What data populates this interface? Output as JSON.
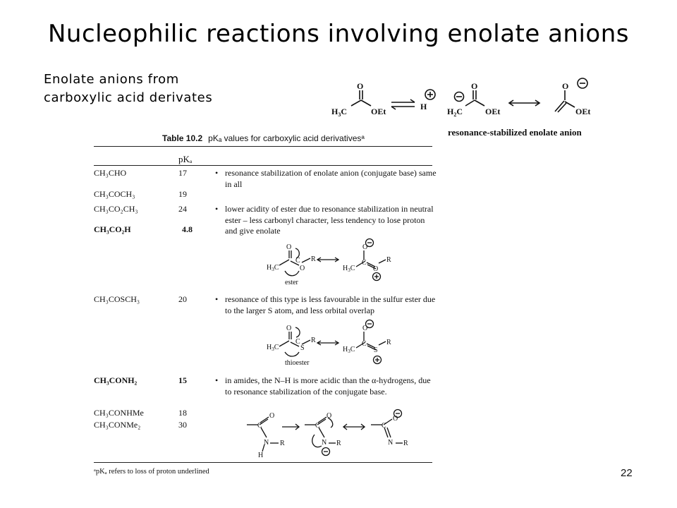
{
  "slide": {
    "title": "Nucleophilic reactions involving enolate anions",
    "subtitle_line1": "Enolate anions from",
    "subtitle_line2": "carboxylic acid derivates",
    "page_number": "22"
  },
  "scheme": {
    "caption": "resonance-stabilized enolate anion"
  },
  "table": {
    "label": "Table 10.2",
    "title": "pKₐ values for carboxylic acid derivativesᵃ",
    "column_header": "pKₐ",
    "rows": [
      {
        "compound": "CH₃CHO",
        "pka": "17"
      },
      {
        "compound": "CH₃COCH₃",
        "pka": "19"
      },
      {
        "compound": "CH₃CO₂CH₃",
        "pka": "24"
      },
      {
        "compound": "CH₃CO₂H",
        "pka": "4.8"
      },
      {
        "compound": "CH₃COSCH₃",
        "pka": "20"
      },
      {
        "compound": "CH₃CONH₂",
        "pka": "15"
      },
      {
        "compound": "CH₃CONHMe",
        "pka": "18"
      },
      {
        "compound": "CH₃CONMe₂",
        "pka": "30"
      }
    ],
    "notes": [
      "•",
      "resonance stabilization of enolate anion (conjugate base) same in all",
      "lower acidity of ester due to resonance stabilization in neutral ester – less carbonyl character, less tendency to lose proton and give enolate",
      "resonance of this type is less favourable in the sulfur ester due to the larger S atom, and less orbital overlap",
      "in amides, the N–H is more acidic than the α-hydrogens, due to resonance stabilization of the conjugate base."
    ],
    "ester_label": "ester",
    "thioester_label": "thioester",
    "footnote": "ᵃpKₐ refers to loss of proton underlined"
  }
}
